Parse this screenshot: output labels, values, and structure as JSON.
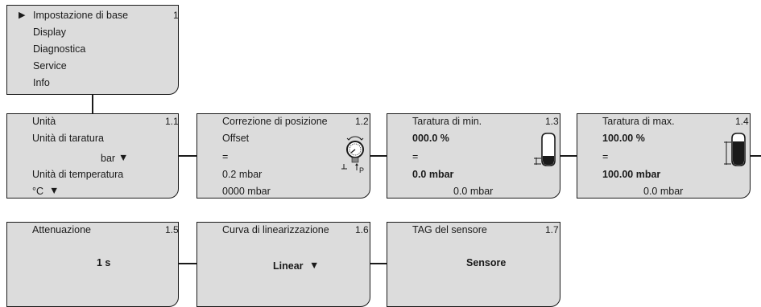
{
  "main_menu": {
    "number": "1",
    "items": [
      {
        "marker": "▶",
        "label": "Impostazione di base"
      },
      {
        "label": "Display"
      },
      {
        "label": "Diagnostica"
      },
      {
        "label": "Service"
      },
      {
        "label": "Info"
      }
    ]
  },
  "unit_box": {
    "title": "Unità",
    "number": "1.1",
    "calib_label": "Unità di taratura",
    "calib_value": "bar",
    "temp_label": "Unità di temperatura",
    "temp_value": "°C",
    "dropdown_glyph": "▼"
  },
  "position_box": {
    "title": "Correzione di posizione",
    "number": "1.2",
    "line1": "Offset",
    "line2": "=",
    "line3": "0.2 mbar",
    "line4": "0000 mbar",
    "gauge_label": "P"
  },
  "min_box": {
    "title": "Taratura di min.",
    "number": "1.3",
    "percent": "000.0 %",
    "eq": "=",
    "value": "0.0 mbar",
    "measured": "0.0 mbar"
  },
  "max_box": {
    "title": "Taratura di max.",
    "number": "1.4",
    "percent": "100.00 %",
    "eq": "=",
    "value": "100.00 mbar",
    "measured": "0.0 mbar"
  },
  "damping_box": {
    "title": "Attenuazione",
    "number": "1.5",
    "value": "1 s"
  },
  "linearization_box": {
    "title": "Curva di linearizzazione",
    "number": "1.6",
    "value": "Linear",
    "dropdown_glyph": "▼"
  },
  "tag_box": {
    "title": "TAG del sensore",
    "number": "1.7",
    "value": "Sensore"
  },
  "colors": {
    "panel": "#dcdcdc",
    "border": "#1a1a1a"
  },
  "icons": [
    "play-icon",
    "dropdown-arrow-icon",
    "pressure-gauge-icon",
    "tank-level-icon"
  ]
}
